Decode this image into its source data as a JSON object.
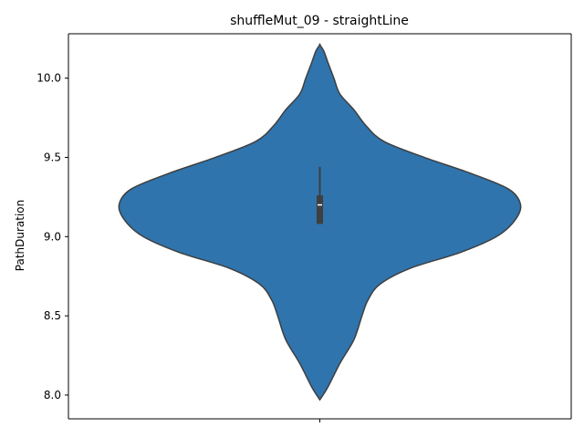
{
  "chart_data": {
    "type": "violin",
    "title": "shuffleMut_09 - straightLine",
    "xlabel": "",
    "ylabel": "PathDuration",
    "categories": [
      ""
    ],
    "ylim": [
      7.85,
      10.28
    ],
    "yticks": [
      8.0,
      8.5,
      9.0,
      9.5,
      10.0
    ],
    "ytick_labels": [
      "8.0",
      "8.5",
      "9.0",
      "9.5",
      "10.0"
    ],
    "grid": false,
    "density_profile": [
      {
        "y": 7.97,
        "w": 0.0
      },
      {
        "y": 8.05,
        "w": 0.04
      },
      {
        "y": 8.2,
        "w": 0.1
      },
      {
        "y": 8.35,
        "w": 0.17
      },
      {
        "y": 8.5,
        "w": 0.21
      },
      {
        "y": 8.6,
        "w": 0.24
      },
      {
        "y": 8.7,
        "w": 0.3
      },
      {
        "y": 8.8,
        "w": 0.45
      },
      {
        "y": 8.9,
        "w": 0.7
      },
      {
        "y": 9.0,
        "w": 0.88
      },
      {
        "y": 9.1,
        "w": 0.97
      },
      {
        "y": 9.2,
        "w": 1.0
      },
      {
        "y": 9.3,
        "w": 0.94
      },
      {
        "y": 9.4,
        "w": 0.75
      },
      {
        "y": 9.5,
        "w": 0.52
      },
      {
        "y": 9.6,
        "w": 0.32
      },
      {
        "y": 9.7,
        "w": 0.23
      },
      {
        "y": 9.8,
        "w": 0.17
      },
      {
        "y": 9.9,
        "w": 0.1
      },
      {
        "y": 10.0,
        "w": 0.07
      },
      {
        "y": 10.1,
        "w": 0.04
      },
      {
        "y": 10.17,
        "w": 0.02
      },
      {
        "y": 10.21,
        "w": 0.0
      }
    ],
    "box": {
      "q1": 9.08,
      "median": 9.2,
      "q3": 9.26,
      "whisker_low": 9.08,
      "whisker_high": 9.44
    },
    "colors": {
      "fill": "#2f74ad",
      "edge": "#3f3f3f",
      "box": "#3f3f3f",
      "median": "#ffffff"
    }
  }
}
